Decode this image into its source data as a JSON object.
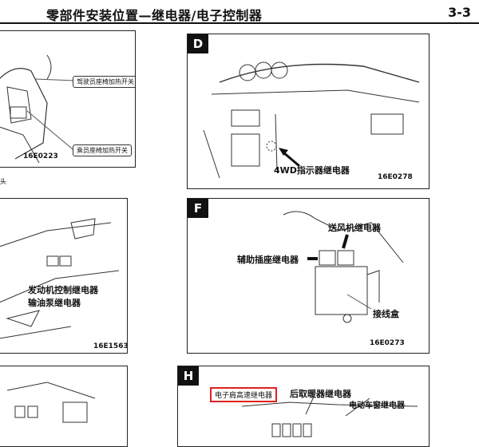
{
  "header": {
    "title": "零部件安装位置—继电器/电子控制器",
    "page_number": "3-3"
  },
  "panels": {
    "top_left": {
      "code": "16E0223",
      "callout_driver": "驾驶员座椅加热开关",
      "callout_passenger": "乘员座椅加热开关",
      "cut_label": "头"
    },
    "D": {
      "letter": "D",
      "label_4wd": "4WD指示器继电器",
      "code": "16E0278"
    },
    "mid_left": {
      "label_engine": "发动机控制继电器",
      "label_fuel": "输油泵继电器",
      "code": "16E1563"
    },
    "F": {
      "letter": "F",
      "label_blower": "送风机继电器",
      "label_aux": "辅助插座继电器",
      "label_junction": "接线盒",
      "code": "16E0273"
    },
    "H": {
      "letter": "H",
      "label_ecu": "电子肩高速继电器",
      "label_defog": "后取暖器继电器",
      "label_window": "电动车窗继电器"
    }
  }
}
